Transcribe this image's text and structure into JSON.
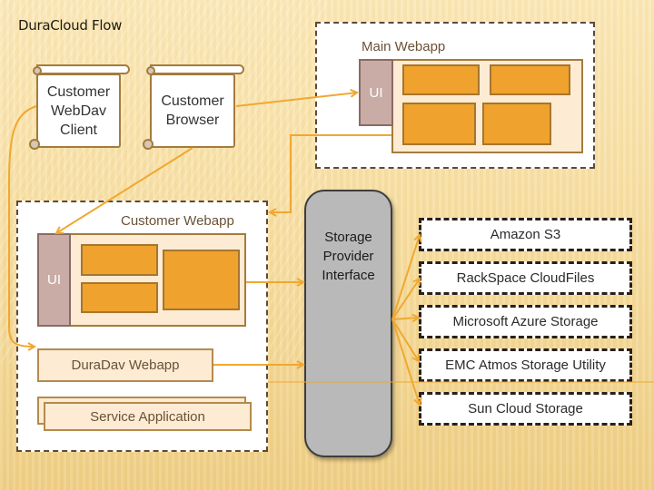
{
  "title": "DuraCloud Flow",
  "clients": {
    "webdav_client": "Customer WebDav Client",
    "webdav_client_lines": [
      "Customer",
      "WebDav",
      "Client"
    ],
    "browser": "Customer Browser",
    "browser_lines": [
      "Customer",
      "Browser"
    ]
  },
  "main_webapp": {
    "label": "Main Webapp",
    "ui_label": "UI",
    "component_count": 4
  },
  "customer_webapp": {
    "label": "Customer Webapp",
    "ui_label": "UI",
    "component_count": 3,
    "duradav_label": "DuraDav Webapp",
    "service_label": "Service Application"
  },
  "storage_provider_interface": {
    "lines": [
      "Storage",
      "Provider",
      "Interface"
    ]
  },
  "providers": [
    "Amazon S3",
    "RackSpace CloudFiles",
    "Microsoft Azure Storage",
    "EMC Atmos Storage Utility",
    "Sun Cloud Storage"
  ],
  "colors": {
    "arrow": "#f0a830",
    "component_fill": "#f0a22e",
    "ui_fill": "#c9aca6",
    "panel_fill": "#fdebd4",
    "spi_fill": "#b9b9b9"
  }
}
